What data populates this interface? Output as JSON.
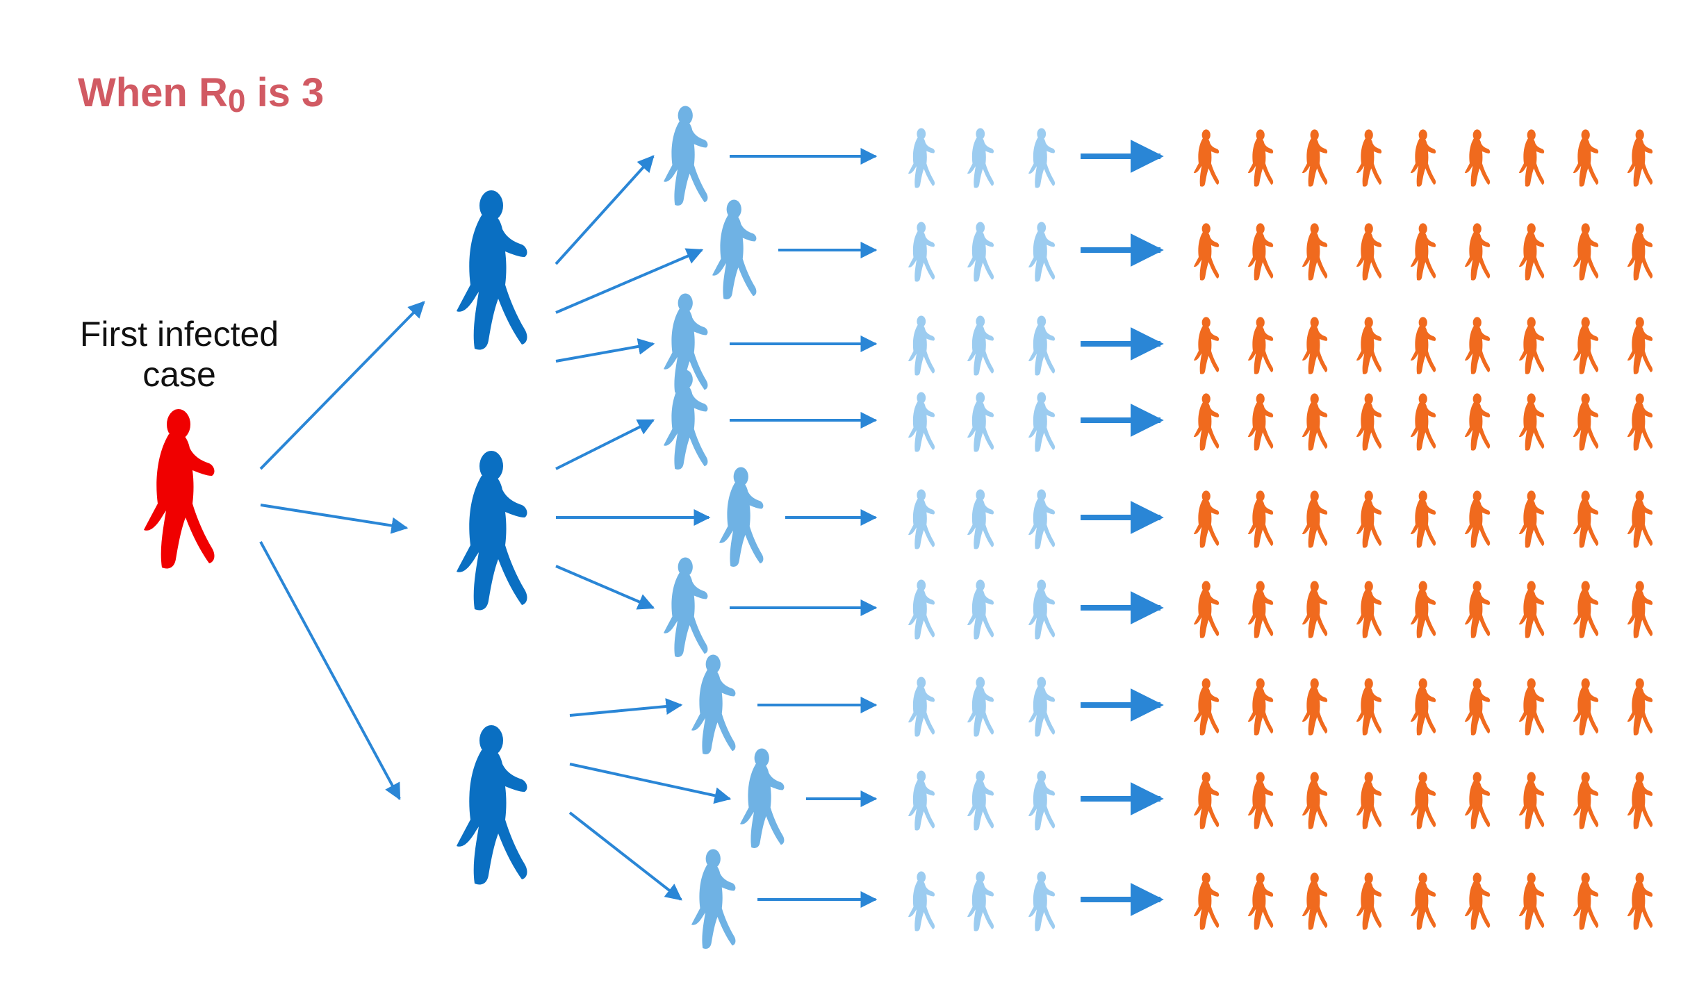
{
  "title": {
    "prefix": "When R",
    "subscript": "0",
    "suffix": " is 3",
    "color": "#d15a63"
  },
  "first_case_label": {
    "line1": "First infected",
    "line2": "case"
  },
  "colors": {
    "first_case": "#f00000",
    "generation_1": "#0a6fc2",
    "generation_2": "#6fb2e4",
    "generation_3": "#9cccf0",
    "generation_4": "#f06a1e",
    "arrow": "#2a86d6"
  },
  "branching": {
    "r0": 3,
    "generation_4_per_group": 9,
    "icon_name": "person-icon"
  }
}
